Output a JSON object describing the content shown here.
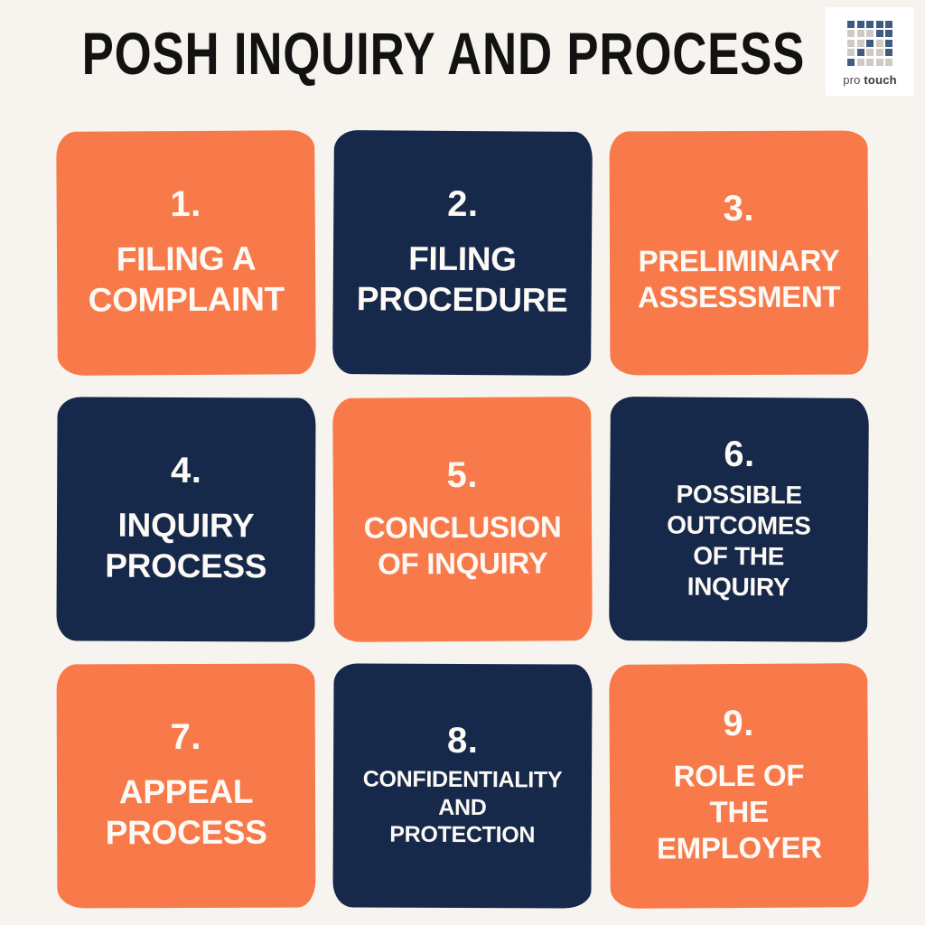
{
  "header": {
    "title": "POSH INQUIRY AND PROCESS"
  },
  "logo": {
    "name_part1": "pro ",
    "name_part2": "touch",
    "grid_pattern": [
      [
        "dark",
        "dark",
        "dark",
        "dark",
        "dark"
      ],
      [
        "light",
        "light",
        "light",
        "dark",
        "dark"
      ],
      [
        "light",
        "light",
        "dark",
        "light",
        "dark"
      ],
      [
        "light",
        "dark",
        "light",
        "light",
        "dark"
      ],
      [
        "dark",
        "light",
        "light",
        "light",
        "light"
      ]
    ]
  },
  "colors": {
    "background": "#f7f4ef",
    "orange": "#f87a4a",
    "navy": "#16294a",
    "text_on_card": "#fdfaf6",
    "title": "#121212"
  },
  "cards": [
    {
      "number": "1.",
      "title": "FILING A\nCOMPLAINT",
      "color": "orange",
      "size": "lg"
    },
    {
      "number": "2.",
      "title": "FILING\nPROCEDURE",
      "color": "navy",
      "size": "lg"
    },
    {
      "number": "3.",
      "title": "PRELIMINARY\nASSESSMENT",
      "color": "orange",
      "size": "md"
    },
    {
      "number": "4.",
      "title": "INQUIRY\nPROCESS",
      "color": "navy",
      "size": "lg"
    },
    {
      "number": "5.",
      "title": "CONCLUSION\nOF INQUIRY",
      "color": "orange",
      "size": "md"
    },
    {
      "number": "6.",
      "title": "POSSIBLE\nOUTCOMES\nOF THE\nINQUIRY",
      "color": "navy",
      "size": "sm"
    },
    {
      "number": "7.",
      "title": "APPEAL\nPROCESS",
      "color": "orange",
      "size": "lg"
    },
    {
      "number": "8.",
      "title": "CONFIDENTIALITY\nAND\nPROTECTION",
      "color": "navy",
      "size": "xs"
    },
    {
      "number": "9.",
      "title": "ROLE OF\nTHE\nEMPLOYER",
      "color": "orange",
      "size": "md"
    }
  ]
}
